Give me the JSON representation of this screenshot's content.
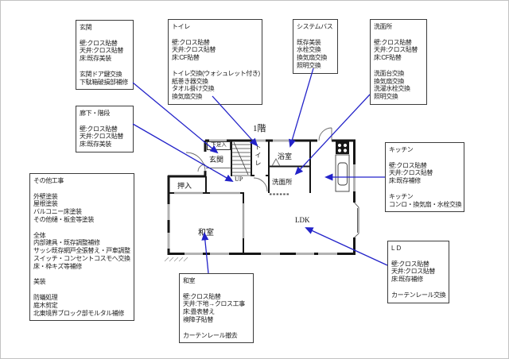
{
  "colors": {
    "arrow": "#2323c9",
    "wall": "#161616",
    "box_border": "#3c3c3c",
    "text": "#1c1c1c"
  },
  "plan": {
    "floor_label": "1階",
    "rooms": {
      "genkan": "玄関",
      "shoe_cabinet": "下足入",
      "stairs_up": "UP",
      "toilet": "トイレ",
      "bath": "浴室",
      "washroom": "洗面所",
      "closet": "押入",
      "japanese_room": "和室",
      "ldk": "LDK"
    }
  },
  "boxes": {
    "genkan": {
      "title": "玄関",
      "lines": [
        "壁:クロス貼替",
        "天井:クロス貼替",
        "床:既存美装",
        "",
        "玄関ドア鍵交換",
        "下駄箱破損部補修"
      ]
    },
    "toilet": {
      "title": "トイレ",
      "lines": [
        "壁:クロス貼替",
        "天井:クロス貼替",
        "床:CF貼替",
        "",
        "トイレ交換(ウォシュレット付き)",
        "紙巻き器交換",
        "タオル掛け交換",
        "換気扇交換"
      ]
    },
    "system_bath": {
      "title": "システムバス",
      "lines": [
        "既存美装",
        "水栓交換",
        "換気扇交換",
        "照明交換"
      ]
    },
    "washroom": {
      "title": "洗面所",
      "lines": [
        "壁:クロス貼替",
        "天井:クロス貼替",
        "床:CF貼替",
        "",
        "洗面台交換",
        "換気扇交換",
        "洗濯水栓交換",
        "照明交換"
      ]
    },
    "hallway_stairs": {
      "title": "廊下・階段",
      "lines": [
        "壁:クロス貼替",
        "天井:クロス貼替",
        "床:既存美装"
      ]
    },
    "other_works": {
      "title": "その他工事",
      "lines": [
        "外壁塗装",
        "屋根塗装",
        "バルコニー床塗装",
        "その他樋・板金等塗装",
        "",
        "全体",
        "内部建具・既存調整補修",
        "サッシ既存網戸全張替え・戸車調整",
        "スイッチ・コンセントコスモへ交換",
        "床・枠キズ等補修",
        "",
        "美装",
        "",
        "防蟻処理",
        "庭木剪定",
        "北東境界ブロック部モルタル補修"
      ]
    },
    "kitchen": {
      "title": "キッチン",
      "lines": [
        "壁:クロス貼替",
        "天井:クロス貼替",
        "床:既存補修",
        "",
        "キッチン",
        "コンロ・換気扇・水栓交換"
      ]
    },
    "ld": {
      "title": "LD",
      "lines": [
        "壁:クロス貼替",
        "天井:クロス貼替",
        "床:既存補修",
        "",
        "カーテンレール交換"
      ]
    },
    "japanese_room": {
      "title": "和室",
      "lines": [
        "壁:クロス貼替",
        "天井:下地→クロス工事",
        "床:畳表替え",
        "襖障子貼替",
        "",
        "カーテンレール撤去"
      ]
    }
  }
}
